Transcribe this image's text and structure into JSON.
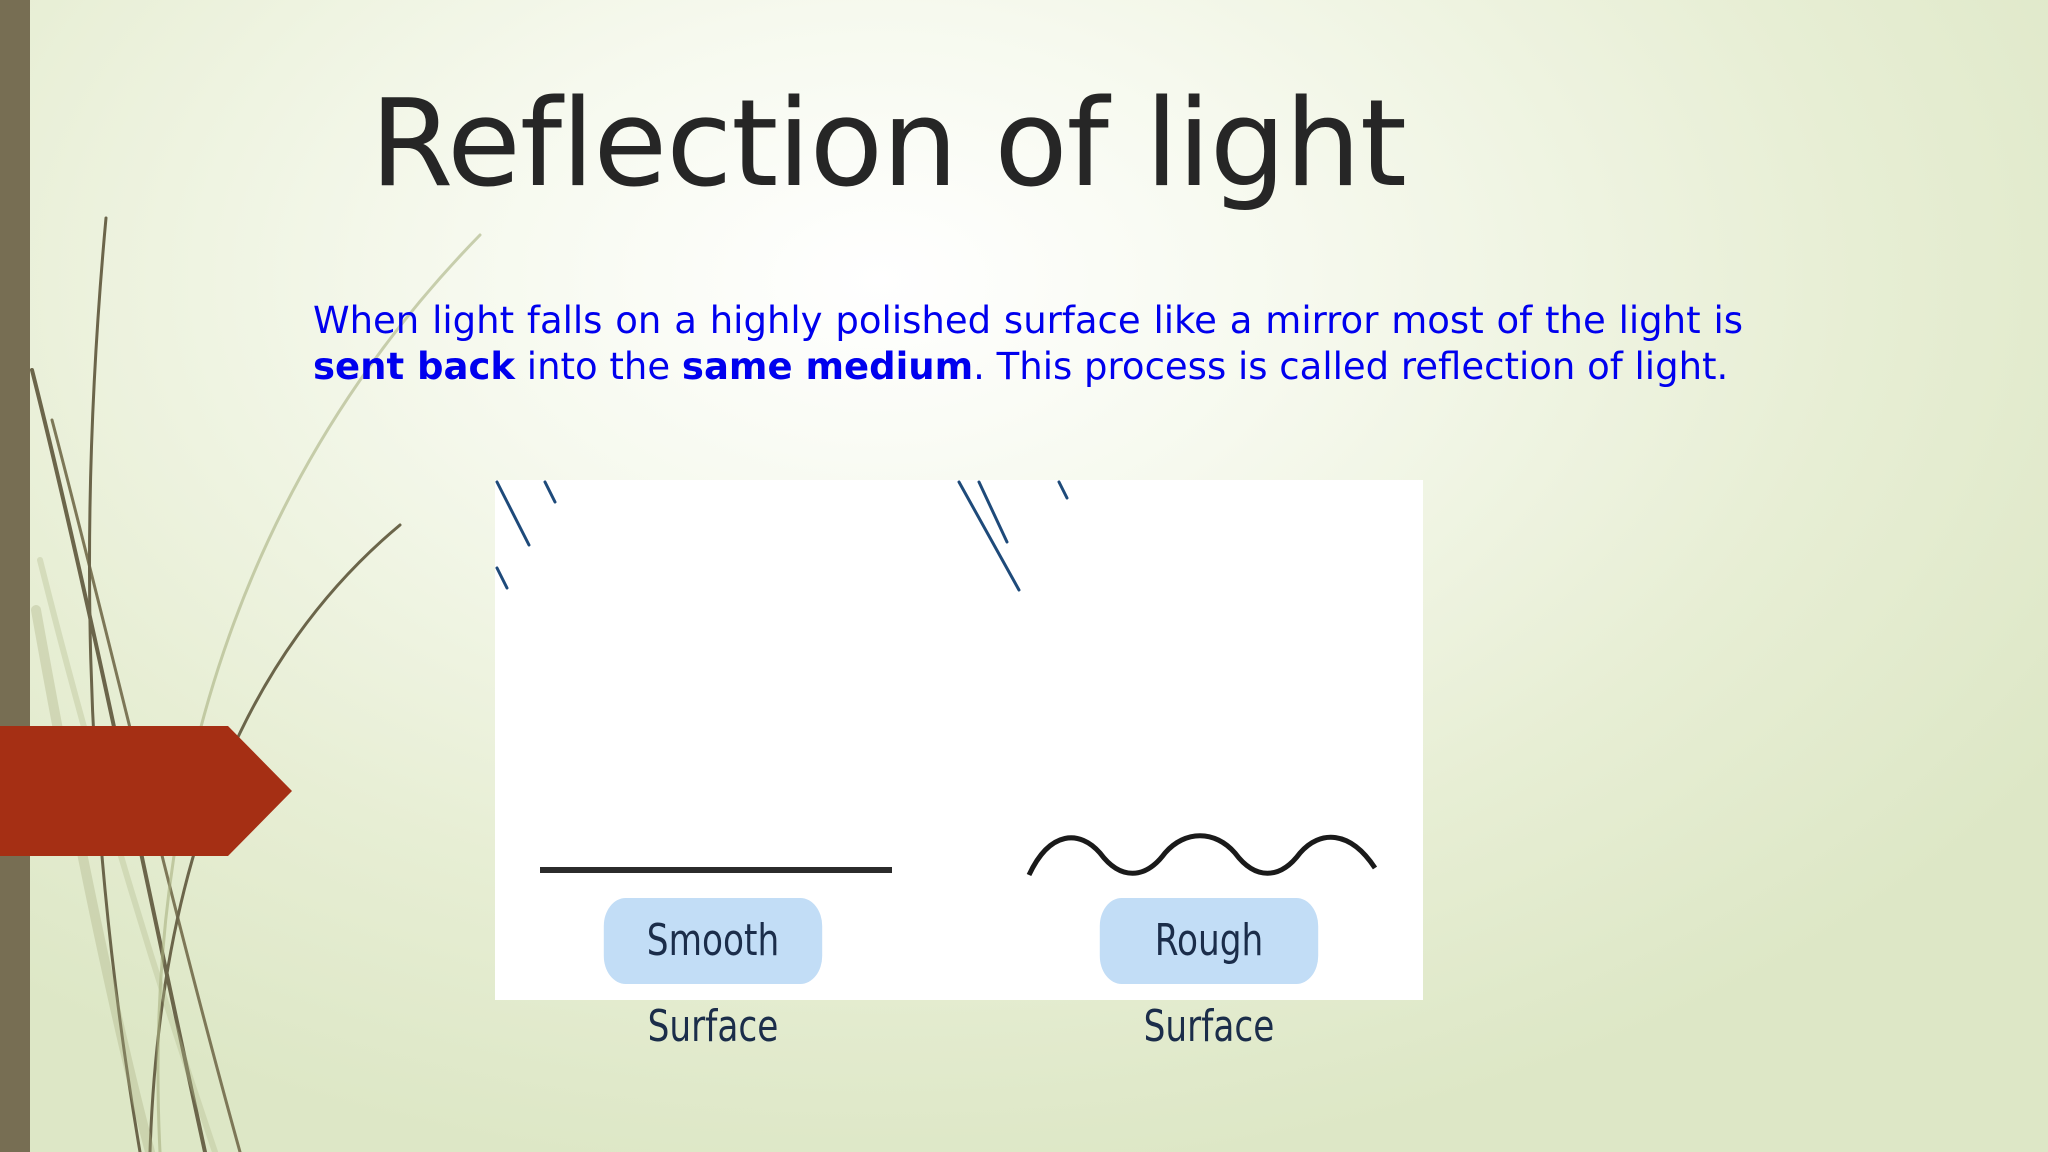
{
  "slide": {
    "title": "Reflection of light",
    "paragraph": {
      "part1": "When light falls on a highly polished surface like a mirror most of  the light is ",
      "bold1": "sent back",
      "part2": " into the ",
      "bold2": "same medium",
      "part3": ". This process is called  reflection of light."
    }
  },
  "figure": {
    "labels": {
      "smooth": "Smooth Surface",
      "rough": "Rough Surface"
    }
  },
  "colors": {
    "title": "#262626",
    "body_text": "#0000ee",
    "accent_tab": "#a52f14",
    "left_bar": "#776e53",
    "label_bg": "#c2ddf6"
  }
}
